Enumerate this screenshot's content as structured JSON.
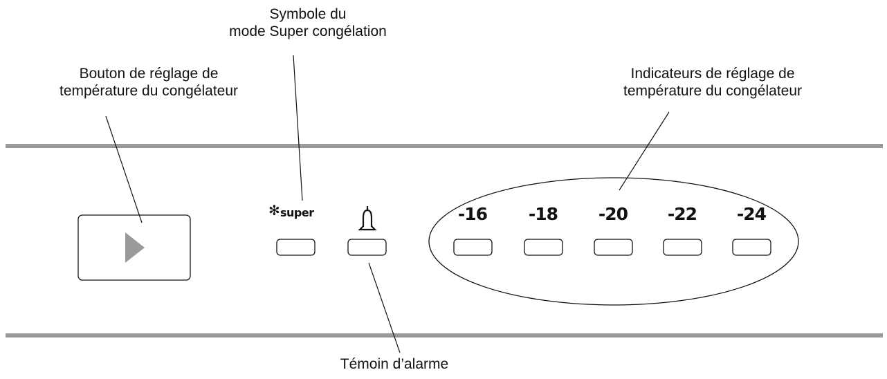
{
  "labels": {
    "super_symbol": [
      "Symbole du",
      "mode Super congélation"
    ],
    "temp_button": [
      "Bouton de réglage de",
      "température du congélateur"
    ],
    "temp_indicators": [
      "Indicateurs de réglage de",
      "température du congélateur"
    ],
    "alarm": "Témoin d’alarme"
  },
  "panel": {
    "super_label": "super",
    "super_icon": "snowflake-icon",
    "alarm_icon": "bell-icon",
    "button_icon": "play-triangle-icon",
    "temperatures": [
      "-16",
      "-18",
      "-20",
      "-22",
      "-24"
    ]
  },
  "colors": {
    "rail": "#999999",
    "line": "#111111",
    "button_triangle": "#9a9a9a"
  }
}
